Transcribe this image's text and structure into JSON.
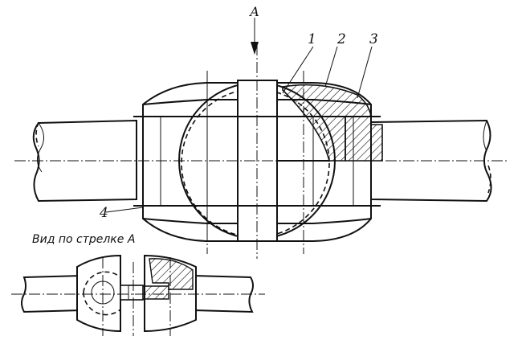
{
  "labels": {
    "view_arrow": "А",
    "part_1": "1",
    "part_2": "2",
    "part_3": "3",
    "part_4": "4",
    "view_caption": "Вид по стрелке А"
  }
}
